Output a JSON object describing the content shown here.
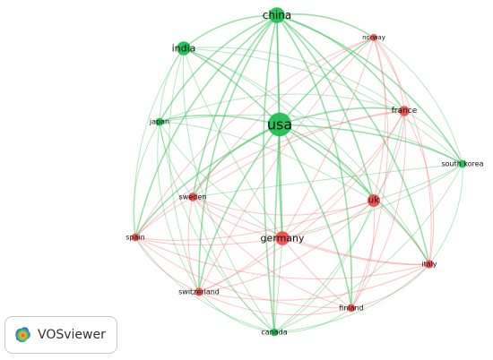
{
  "colors": {
    "green": "#1cbd4f",
    "red": "#f04a4a",
    "green_edge": "#46c464",
    "red_edge": "#f26f6f"
  },
  "nodes": [
    {
      "id": "usa",
      "label": "usa",
      "cluster": "green",
      "weight": 5
    },
    {
      "id": "china",
      "label": "china",
      "cluster": "green",
      "weight": 3
    },
    {
      "id": "india",
      "label": "india",
      "cluster": "green",
      "weight": 2.5
    },
    {
      "id": "japan",
      "label": "japan",
      "cluster": "green",
      "weight": 1
    },
    {
      "id": "south_korea",
      "label": "south korea",
      "cluster": "green",
      "weight": 1
    },
    {
      "id": "canada",
      "label": "canada",
      "cluster": "green",
      "weight": 1
    },
    {
      "id": "norway",
      "label": "norway",
      "cluster": "red",
      "weight": 0.8
    },
    {
      "id": "france",
      "label": "france",
      "cluster": "red",
      "weight": 1.6
    },
    {
      "id": "uk",
      "label": "uk",
      "cluster": "red",
      "weight": 2.2
    },
    {
      "id": "sweden",
      "label": "sweden",
      "cluster": "red",
      "weight": 1.2
    },
    {
      "id": "germany",
      "label": "germany",
      "cluster": "red",
      "weight": 2.5
    },
    {
      "id": "spain",
      "label": "spain",
      "cluster": "red",
      "weight": 1
    },
    {
      "id": "italy",
      "label": "italy",
      "cluster": "red",
      "weight": 1.1
    },
    {
      "id": "switzerland",
      "label": "switzerland",
      "cluster": "red",
      "weight": 1.1
    },
    {
      "id": "finland",
      "label": "finland",
      "cluster": "red",
      "weight": 1
    }
  ],
  "links": [
    [
      "usa",
      "china"
    ],
    [
      "usa",
      "india"
    ],
    [
      "usa",
      "japan"
    ],
    [
      "usa",
      "south_korea"
    ],
    [
      "usa",
      "canada"
    ],
    [
      "usa",
      "norway"
    ],
    [
      "usa",
      "france"
    ],
    [
      "usa",
      "uk"
    ],
    [
      "usa",
      "sweden"
    ],
    [
      "usa",
      "germany"
    ],
    [
      "usa",
      "spain"
    ],
    [
      "usa",
      "italy"
    ],
    [
      "usa",
      "switzerland"
    ],
    [
      "usa",
      "finland"
    ],
    [
      "china",
      "india"
    ],
    [
      "china",
      "japan"
    ],
    [
      "china",
      "south_korea"
    ],
    [
      "china",
      "canada"
    ],
    [
      "china",
      "norway"
    ],
    [
      "china",
      "france"
    ],
    [
      "china",
      "uk"
    ],
    [
      "china",
      "sweden"
    ],
    [
      "china",
      "germany"
    ],
    [
      "china",
      "spain"
    ],
    [
      "china",
      "italy"
    ],
    [
      "china",
      "switzerland"
    ],
    [
      "china",
      "finland"
    ],
    [
      "india",
      "japan"
    ],
    [
      "india",
      "south_korea"
    ],
    [
      "india",
      "canada"
    ],
    [
      "india",
      "france"
    ],
    [
      "india",
      "uk"
    ],
    [
      "india",
      "germany"
    ],
    [
      "india",
      "spain"
    ],
    [
      "india",
      "italy"
    ],
    [
      "india",
      "switzerland"
    ],
    [
      "japan",
      "south_korea"
    ],
    [
      "japan",
      "canada"
    ],
    [
      "japan",
      "germany"
    ],
    [
      "japan",
      "uk"
    ],
    [
      "japan",
      "spain"
    ],
    [
      "japan",
      "sweden"
    ],
    [
      "japan",
      "switzerland"
    ],
    [
      "japan",
      "france"
    ],
    [
      "south_korea",
      "canada"
    ],
    [
      "south_korea",
      "uk"
    ],
    [
      "south_korea",
      "germany"
    ],
    [
      "south_korea",
      "france"
    ],
    [
      "south_korea",
      "norway"
    ],
    [
      "south_korea",
      "italy"
    ],
    [
      "south_korea",
      "sweden"
    ],
    [
      "canada",
      "germany"
    ],
    [
      "canada",
      "uk"
    ],
    [
      "canada",
      "sweden"
    ],
    [
      "canada",
      "finland"
    ],
    [
      "canada",
      "switzerland"
    ],
    [
      "canada",
      "spain"
    ],
    [
      "canada",
      "italy"
    ],
    [
      "canada",
      "france"
    ],
    [
      "norway",
      "france"
    ],
    [
      "norway",
      "uk"
    ],
    [
      "norway",
      "germany"
    ],
    [
      "norway",
      "sweden"
    ],
    [
      "norway",
      "finland"
    ],
    [
      "norway",
      "italy"
    ],
    [
      "norway",
      "spain"
    ],
    [
      "norway",
      "switzerland"
    ],
    [
      "france",
      "uk"
    ],
    [
      "france",
      "germany"
    ],
    [
      "france",
      "sweden"
    ],
    [
      "france",
      "italy"
    ],
    [
      "france",
      "spain"
    ],
    [
      "france",
      "switzerland"
    ],
    [
      "france",
      "finland"
    ],
    [
      "uk",
      "germany"
    ],
    [
      "uk",
      "sweden"
    ],
    [
      "uk",
      "italy"
    ],
    [
      "uk",
      "spain"
    ],
    [
      "uk",
      "switzerland"
    ],
    [
      "uk",
      "finland"
    ],
    [
      "sweden",
      "germany"
    ],
    [
      "sweden",
      "spain"
    ],
    [
      "sweden",
      "switzerland"
    ],
    [
      "sweden",
      "finland"
    ],
    [
      "sweden",
      "italy"
    ],
    [
      "germany",
      "spain"
    ],
    [
      "germany",
      "italy"
    ],
    [
      "germany",
      "switzerland"
    ],
    [
      "germany",
      "finland"
    ],
    [
      "spain",
      "switzerland"
    ],
    [
      "spain",
      "italy"
    ],
    [
      "spain",
      "finland"
    ],
    [
      "italy",
      "switzerland"
    ],
    [
      "italy",
      "finland"
    ],
    [
      "switzerland",
      "finland"
    ]
  ],
  "badge": {
    "text": "VOSviewer"
  }
}
